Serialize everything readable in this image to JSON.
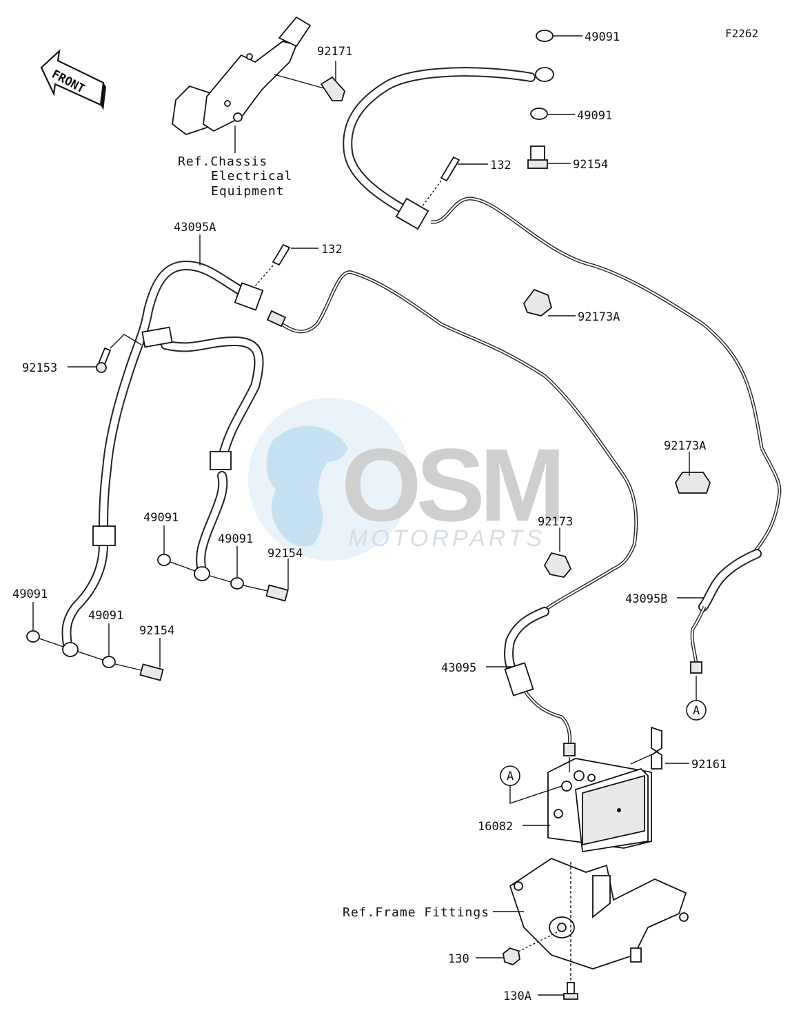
{
  "diagram_code": "F2262",
  "front_label": "FRONT",
  "watermark": {
    "logo": "OSM",
    "tagline": "MOTORPARTS"
  },
  "refs": {
    "chassis_line1": "Ref.Chassis",
    "chassis_line2": "Electrical",
    "chassis_line3": "Equipment",
    "frame": "Ref.Frame Fittings"
  },
  "callouts": {
    "c_92171": "92171",
    "c_49091_top1": "49091",
    "c_49091_top2": "49091",
    "c_132_top": "132",
    "c_92154_top": "92154",
    "c_43095A": "43095A",
    "c_132_mid": "132",
    "c_92173A_1": "92173A",
    "c_92153": "92153",
    "c_92173A_2": "92173A",
    "c_49091_mid1": "49091",
    "c_49091_mid2": "49091",
    "c_92154_mid": "92154",
    "c_92173": "92173",
    "c_49091_low1": "49091",
    "c_49091_low2": "49091",
    "c_92154_low": "92154",
    "c_43095B": "43095B",
    "c_43095": "43095",
    "c_A_right": "A",
    "c_92161": "92161",
    "c_A_left": "A",
    "c_16082": "16082",
    "c_130": "130",
    "c_130A": "130A"
  }
}
